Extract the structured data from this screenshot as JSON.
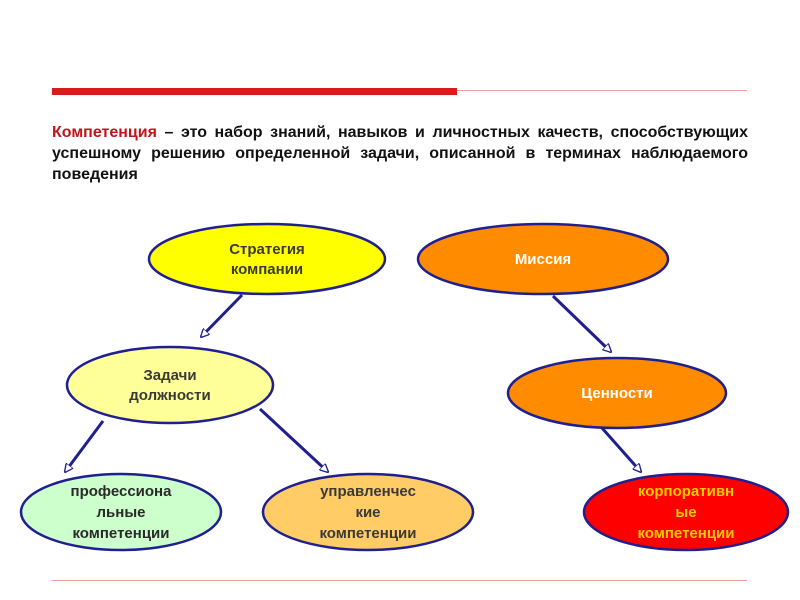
{
  "definition": {
    "term": "Компетенция",
    "text": " – это набор знаний, навыков и личностных качеств, способствующих успешному решению определенной задачи, описанной в терминах наблюдаемого поведения"
  },
  "diagram": {
    "nodes": {
      "strategy": {
        "lines": [
          "Стратегия",
          "компании"
        ],
        "fill": "#ffff00",
        "text_color": "#3a3a3a"
      },
      "mission": {
        "lines": [
          "Миссия"
        ],
        "fill": "#ff8c00",
        "text_color": "#ffffff"
      },
      "job_tasks": {
        "lines": [
          "Задачи",
          "должности"
        ],
        "fill": "#ffff99",
        "text_color": "#3a3a3a"
      },
      "values": {
        "lines": [
          "Ценности"
        ],
        "fill": "#ff8c00",
        "text_color": "#ffffff"
      },
      "professional": {
        "lines": [
          "профессиона",
          "льные",
          "компетенции"
        ],
        "fill": "#ccffcc",
        "text_color": "#2a2a2a"
      },
      "managerial": {
        "lines": [
          "управленчес",
          "кие",
          "компетенции"
        ],
        "fill": "#ffcc66",
        "text_color": "#3a3a3a"
      },
      "corporate": {
        "lines": [
          "корпоративн",
          "ые",
          "компетенции"
        ],
        "fill": "#ff0000",
        "text_color": "#ffcc00"
      }
    },
    "edges": [
      {
        "from": "strategy",
        "to": "job_tasks"
      },
      {
        "from": "mission",
        "to": "values"
      },
      {
        "from": "job_tasks",
        "to": "professional"
      },
      {
        "from": "job_tasks",
        "to": "managerial"
      },
      {
        "from": "values",
        "to": "corporate"
      }
    ],
    "edge_color": "#1f1f8f",
    "node_outline": "#1f1f8f"
  }
}
